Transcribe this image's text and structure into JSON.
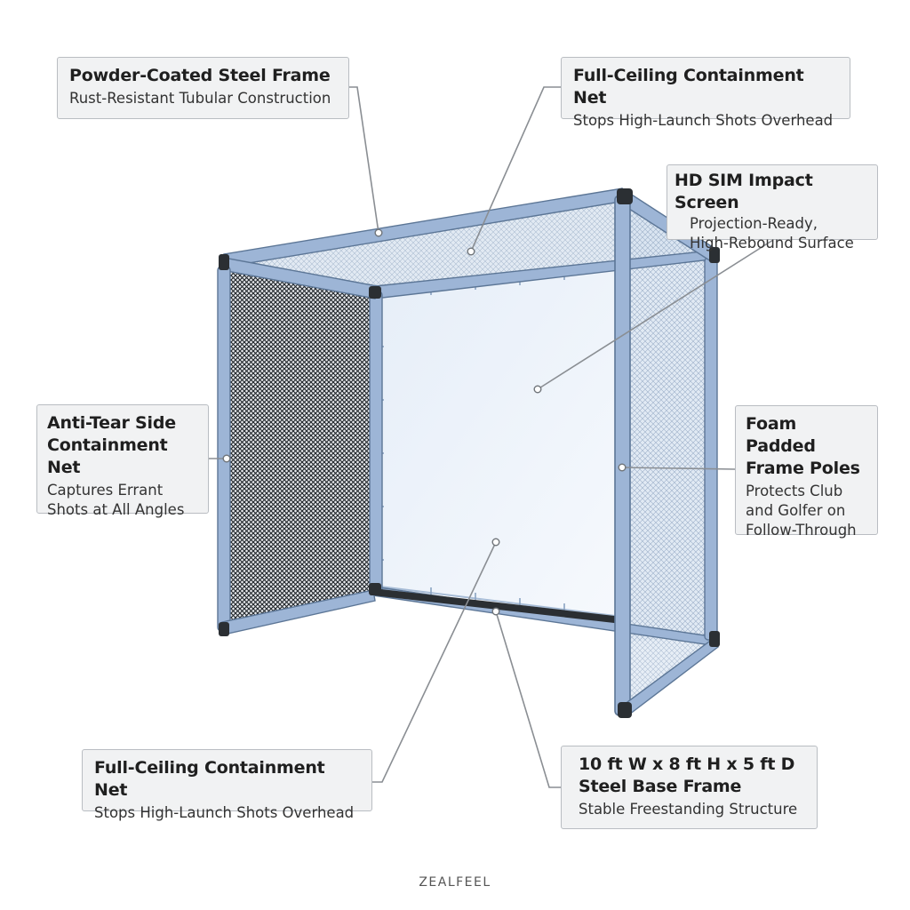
{
  "callouts": {
    "frame": {
      "title": "Powder-Coated Steel Frame",
      "subtitle": "Rust-Resistant Tubular Construction"
    },
    "ceiling_net": {
      "title": "Full-Ceiling Containment Net",
      "subtitle": "Stops High-Launch Shots Overhead"
    },
    "impact_screen": {
      "title": "HD SIM Impact Screen",
      "subtitle": "Projection-Ready,\nHigh-Rebound Surface"
    },
    "side_net": {
      "title": "Anti-Tear Side\nContainment Net",
      "subtitle": "Captures Errant\nShots at All Angles"
    },
    "foam_poles": {
      "title": "Foam Padded\nFrame Poles",
      "subtitle": "Protects Club\nand Golfer on\nFollow-Through"
    },
    "ceiling_net_2": {
      "title": "Full-Ceiling Containment Net",
      "subtitle": "Stops High-Launch Shots Overhead"
    },
    "base_frame": {
      "title": "10 ft W x 8 ft H x 5 ft D\nSteel Base Frame",
      "subtitle": "Stable Freestanding Structure"
    }
  },
  "brand": "ZEALFEEL",
  "colors": {
    "frame_blue": "#9db5d6",
    "frame_blue_dark": "#5c7696",
    "joint_black": "#2b2f33",
    "screen_white": "#eef4fb",
    "side_net_dark": "#3a3f45",
    "leader_gray": "#8a8e93"
  }
}
